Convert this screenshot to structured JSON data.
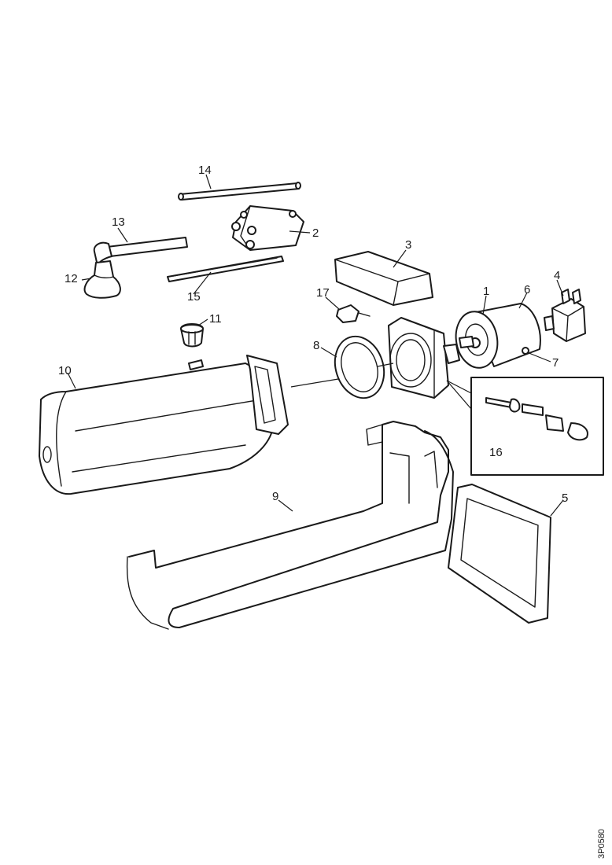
{
  "callouts": {
    "c1": "1",
    "c2": "2",
    "c3": "3",
    "c4": "4",
    "c5": "5",
    "c6": "6",
    "c7": "7",
    "c8": "8",
    "c9": "9",
    "c10": "10",
    "c11": "11",
    "c12": "12",
    "c13": "13",
    "c14": "14",
    "c15": "15",
    "c16": "16",
    "c17": "17"
  },
  "reference_code": "3P0580",
  "colors": {
    "line": "#1a1a1a",
    "background": "#ffffff"
  }
}
